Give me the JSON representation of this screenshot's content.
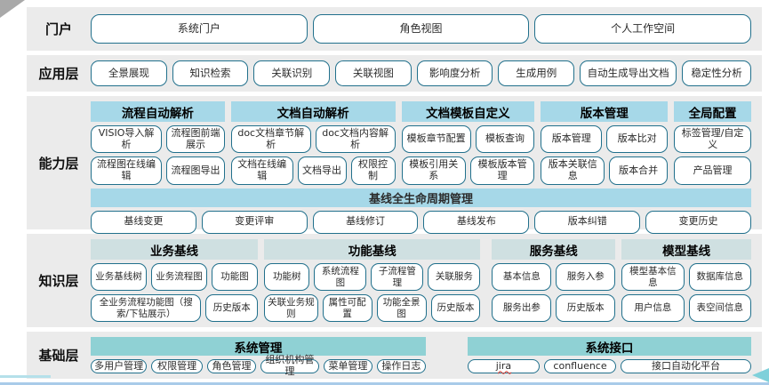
{
  "colors": {
    "band_bg": "#ebebeb",
    "button_border": "#21708c",
    "capability_header_bg": "#a6d8e8",
    "knowledge_header_bg": "#cfe0e1",
    "foundation_header_bg": "#8fd1d4",
    "misspell_underline": "#e03c31"
  },
  "layers": {
    "portal": {
      "label": "门户",
      "buttons": [
        "系统门户",
        "角色视图",
        "个人工作空间"
      ]
    },
    "application": {
      "label": "应用层",
      "buttons": [
        "全景展现",
        "知识检索",
        "关联识别",
        "关联视图",
        "影响度分析",
        "生成用例",
        "自动生成导出文档",
        "稳定性分析"
      ]
    },
    "capability": {
      "label": "能力层",
      "groups": [
        {
          "header": "流程自动解析",
          "rows": [
            [
              "VISIO导入解析",
              "流程图前端展示"
            ],
            [
              "流程图在线编辑",
              "流程图导出"
            ]
          ]
        },
        {
          "header": "文档自动解析",
          "rows": [
            [
              "doc文档章节解析",
              "doc文档内容解析"
            ],
            [
              "文档在线编辑",
              "文档导出",
              "权限控制"
            ]
          ]
        },
        {
          "header": "文档模板自定义",
          "rows": [
            [
              "模板章节配置",
              "模板查询"
            ],
            [
              "模板引用关系",
              "模板版本管理"
            ]
          ]
        },
        {
          "header": "版本管理",
          "rows": [
            [
              "版本管理",
              "版本比对"
            ],
            [
              "版本关联信息",
              "版本合并"
            ]
          ]
        },
        {
          "header": "全局配置",
          "rows": [
            [
              "标签管理/自定义"
            ],
            [
              "产品管理"
            ]
          ]
        }
      ],
      "lifecycle": {
        "header": "基线全生命周期管理",
        "buttons": [
          "基线变更",
          "变更评审",
          "基线修订",
          "基线发布",
          "版本纠错",
          "变更历史"
        ]
      }
    },
    "knowledge": {
      "label": "知识层",
      "groups": [
        {
          "header": "业务基线",
          "rows": [
            [
              "业务基线树",
              "业务流程图",
              "功能图"
            ],
            [
              "全业务流程功能图（搜索/下钻展示）",
              "历史版本"
            ]
          ]
        },
        {
          "header": "功能基线",
          "rows": [
            [
              "功能树",
              "系统流程图",
              "子流程管理",
              "关联服务"
            ],
            [
              "关联业务规则",
              "属性可配置",
              "功能全景图",
              "历史版本"
            ]
          ]
        },
        {
          "header": "服务基线",
          "rows": [
            [
              "基本信息",
              "服务入参"
            ],
            [
              "服务出参",
              "历史版本"
            ]
          ]
        },
        {
          "header": "模型基线",
          "rows": [
            [
              "模型基本信息",
              "数据库信息"
            ],
            [
              "用户信息",
              "表空间信息"
            ]
          ]
        }
      ]
    },
    "foundation": {
      "label": "基础层",
      "groups": [
        {
          "header": "系统管理",
          "buttons": [
            "多用户管理",
            "权限管理",
            "角色管理",
            "组织机构管理",
            "菜单管理",
            "操作日志"
          ]
        },
        {
          "header": "系统接口",
          "buttons": [
            "jira",
            "confluence",
            "接口自动化平台"
          ]
        }
      ]
    }
  }
}
